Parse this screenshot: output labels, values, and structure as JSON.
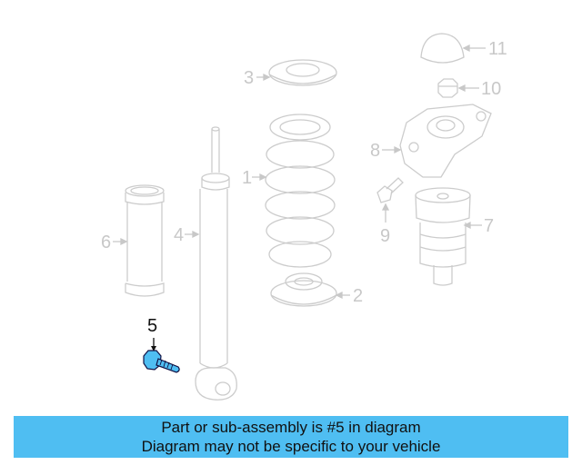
{
  "diagram": {
    "highlight_color": "#4fbef2",
    "line_color": "#cccccc",
    "callouts": [
      {
        "number": "1",
        "part": "coil spring"
      },
      {
        "number": "2",
        "part": "lower spring seat"
      },
      {
        "number": "3",
        "part": "upper spring seat"
      },
      {
        "number": "4",
        "part": "shock absorber"
      },
      {
        "number": "5",
        "part": "bolt",
        "highlighted": true
      },
      {
        "number": "6",
        "part": "dust boot"
      },
      {
        "number": "7",
        "part": "bump stop"
      },
      {
        "number": "8",
        "part": "strut mount"
      },
      {
        "number": "9",
        "part": "bolt"
      },
      {
        "number": "10",
        "part": "nut"
      },
      {
        "number": "11",
        "part": "cap"
      }
    ]
  },
  "banner": {
    "line1": "Part or sub-assembly is #5 in diagram",
    "line2": "Diagram may not be specific to your vehicle",
    "background": "#4fbef2"
  }
}
